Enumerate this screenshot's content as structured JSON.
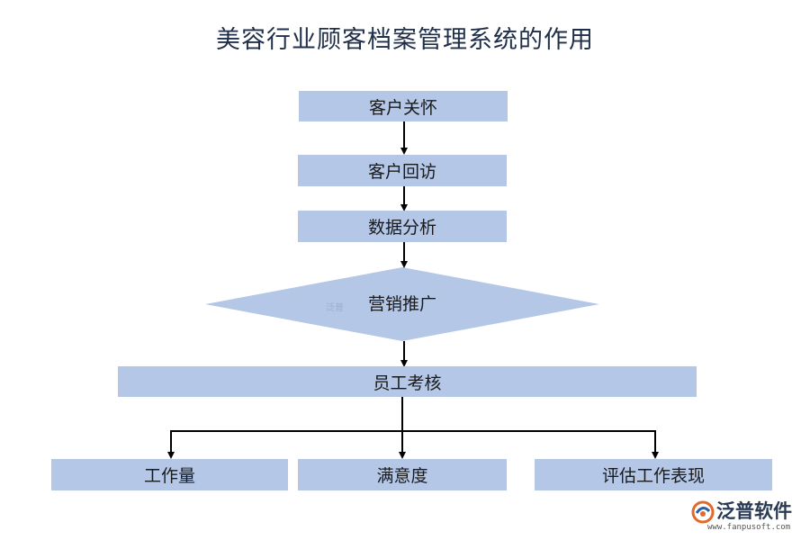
{
  "title": "美容行业顾客档案管理系统的作用",
  "nodes": {
    "care": "客户关怀",
    "visit": "客户回访",
    "analysis": "数据分析",
    "marketing": "营销推广",
    "assessment": "员工考核",
    "workload": "工作量",
    "satisfaction": "满意度",
    "evaluation": "评估工作表现"
  },
  "watermark": "泛普",
  "logo": {
    "name": "泛普软件",
    "url": "www.fanpusoft.com"
  },
  "colors": {
    "box_fill": "#b4c7e7",
    "arrow": "#000000",
    "title": "#1f2f4a"
  }
}
